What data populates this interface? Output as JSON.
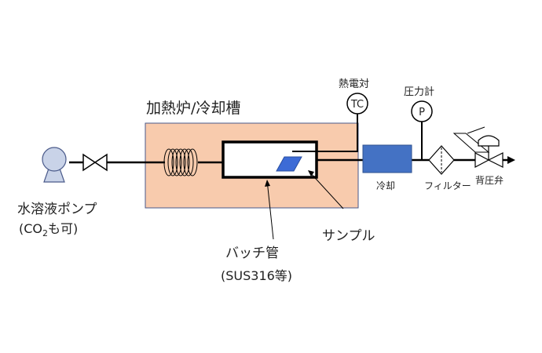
{
  "labels": {
    "furnace": "加熱炉/冷却槽",
    "pump_line1": "水溶液ポンプ",
    "pump_line2_prefix": "(CO",
    "pump_line2_sub": "2",
    "pump_line2_suffix": "も可)",
    "batch_tube_line1": "バッチ管",
    "batch_tube_line2": "(SUS316等)",
    "sample": "サンプル",
    "thermocouple": "熱電対",
    "tc_symbol": "TC",
    "pressure_gauge": "圧力計",
    "p_symbol": "P",
    "cooler": "冷却",
    "filter": "フィルター",
    "back_pressure_valve": "背圧弁"
  },
  "colors": {
    "furnace_fill": "#F8CBAD",
    "furnace_border": "#4A5A8A",
    "pump_fill": "#C9D3E8",
    "cooler_fill": "#4472C4",
    "sample_fill": "#3D6BD6",
    "line": "#000000"
  },
  "icons": {
    "pump": "pump-icon",
    "valve": "valve-icon",
    "coil": "coil-icon",
    "tc": "thermocouple-icon",
    "pressure": "pressure-gauge-icon",
    "cooler": "cooler-icon",
    "filter": "filter-icon",
    "bpr": "back-pressure-valve-icon",
    "arrow": "flow-arrow-icon"
  }
}
